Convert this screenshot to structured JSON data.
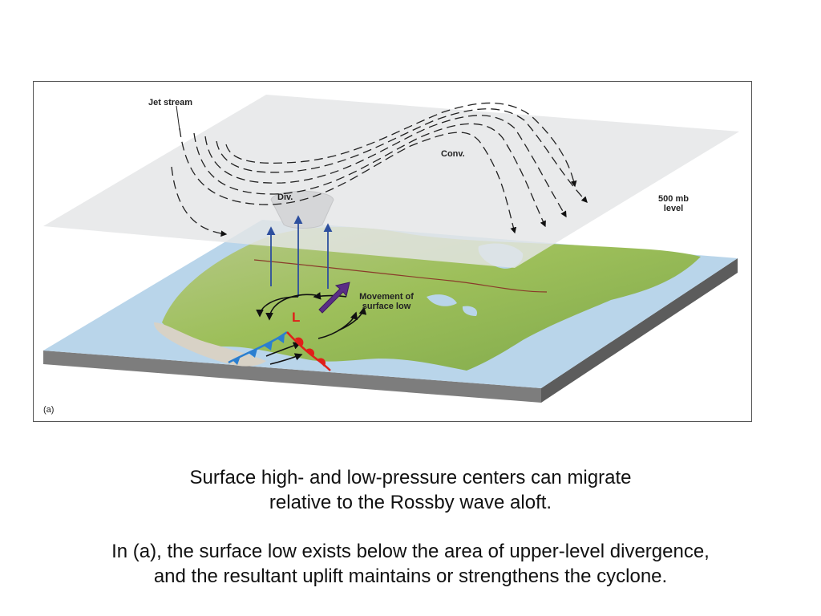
{
  "figure": {
    "labels": {
      "jet_stream": "Jet stream",
      "conv": "Conv.",
      "div": "Div.",
      "level_line1": "500 mb",
      "level_line2": "level",
      "movement_line1": "Movement of",
      "movement_line2": "surface low",
      "panel": "(a)",
      "low_symbol": "L"
    },
    "colors": {
      "upper_plane": "#e4e5e7",
      "ocean": "#b9d5ea",
      "land": "#9dbf5a",
      "uplift_arrows": "#2d4f9e",
      "movement_arrow": "#5a2d86",
      "warm_front": "#e0201a",
      "cold_front": "#2b7fd0"
    }
  },
  "caption": {
    "line1": "Surface high- and low-pressure centers can migrate",
    "line2": "relative to the Rossby wave aloft.",
    "line3": "In (a), the surface low exists below the area of upper-level divergence,",
    "line4": "and the resultant uplift maintains or strengthens the cyclone."
  }
}
